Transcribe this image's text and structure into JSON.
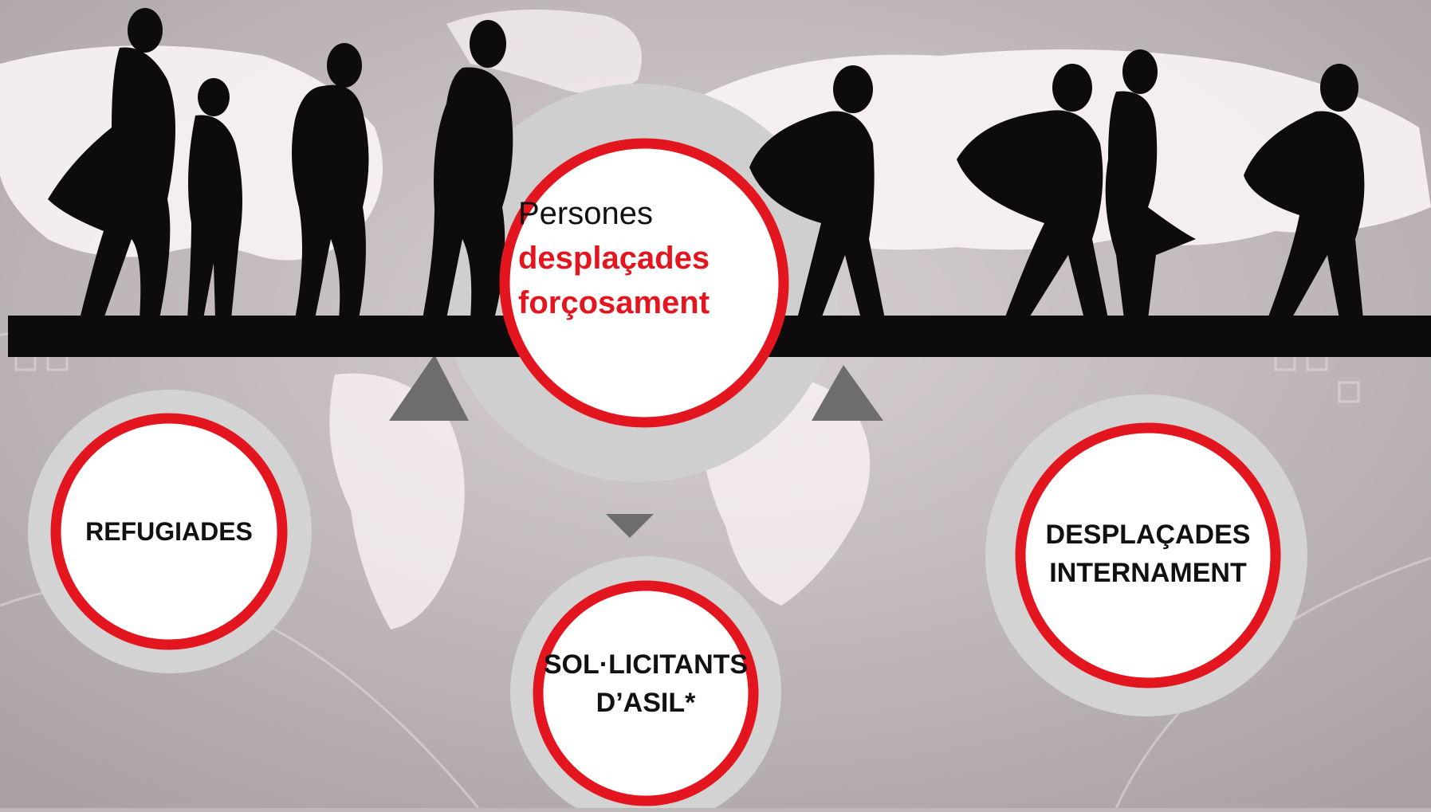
{
  "center": {
    "line1": "Persones",
    "line2": "desplaçades",
    "line3": "forçosament"
  },
  "nodes": {
    "refugiades": "REFUGIADES",
    "sollicitants_line1": "SOL·LICITANTS",
    "sollicitants_line2": "D’ASIL*",
    "desplacades_line1": "DESPLAÇADES",
    "desplacades_line2": "INTERNAMENT"
  },
  "colors": {
    "accent_red": "#e3161f",
    "ring_gray": "#d3d3d3",
    "bar_black": "#0d0b0b",
    "arrow_gray": "#6d6d6d",
    "map_land": "#fbf4f4"
  }
}
